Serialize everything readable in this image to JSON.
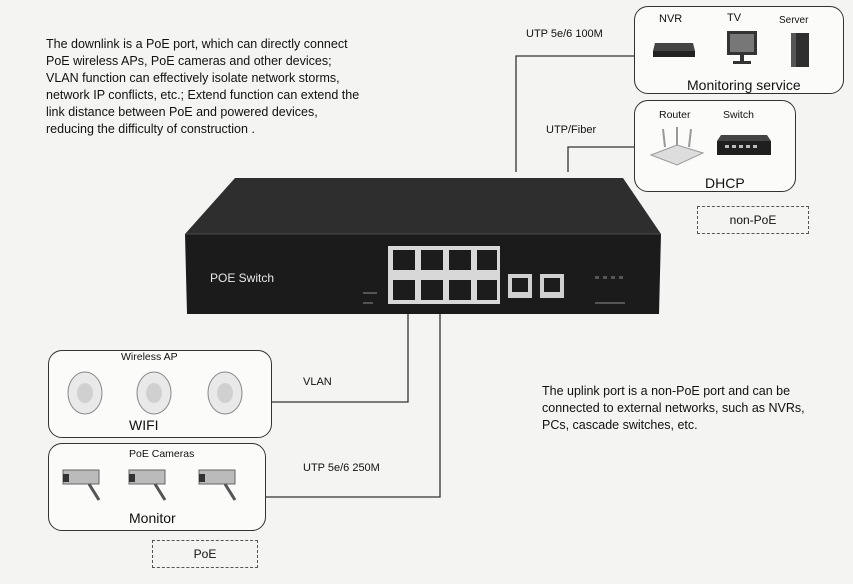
{
  "texts": {
    "downlink_paragraph": "The downlink is a PoE port, which can directly connect PoE wireless APs, PoE cameras and other devices; VLAN function can effectively isolate network storms, network IP conflicts, etc.; Extend function can extend the link distance between PoE and powered devices, reducing the difficulty of construction .",
    "uplink_paragraph": "The uplink port is a non-PoE port and can be connected to external networks, such as NVRs, PCs, cascade switches, etc."
  },
  "switch": {
    "label": "POE Switch"
  },
  "links": {
    "utp_100m": "UTP 5e/6 100M",
    "utp_fiber": "UTP/Fiber",
    "vlan": "VLAN",
    "utp_250m": "UTP 5e/6 250M"
  },
  "monitoring_box": {
    "devices": [
      "NVR",
      "TV",
      "Server"
    ],
    "caption": "Monitoring service"
  },
  "dhcp_box": {
    "devices": [
      "Router",
      "Switch"
    ],
    "caption": "DHCP"
  },
  "wifi_box": {
    "title": "Wireless AP",
    "caption": "WIFI"
  },
  "camera_box": {
    "title": "PoE Cameras",
    "caption": "Monitor"
  },
  "tags": {
    "non_poe": "non-PoE",
    "poe": "PoE"
  }
}
